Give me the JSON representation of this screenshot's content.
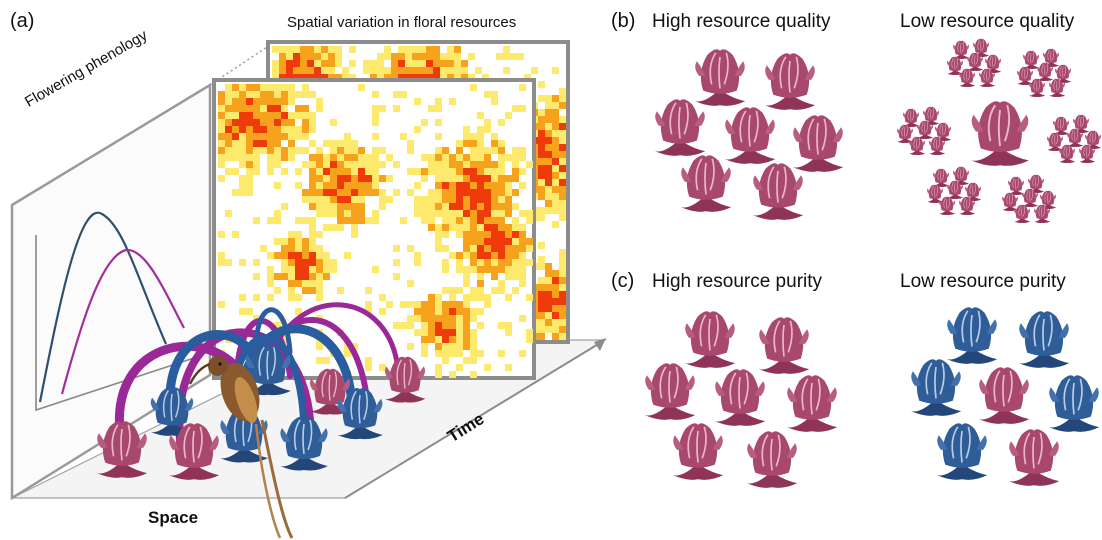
{
  "panel_a": {
    "letter": "(a)",
    "heatmap_title": "Spatial variation in floral resources",
    "phenology_label": "Flowering phenology",
    "space_label": "Space",
    "time_label": "Time"
  },
  "panel_b": {
    "letter": "(b)",
    "high_label": "High resource quality",
    "low_label": "Low resource quality"
  },
  "panel_c": {
    "letter": "(c)",
    "high_label": "High resource purity",
    "low_label": "Low resource purity"
  },
  "colors": {
    "pink_flower": "#a8486d",
    "blue_flower": "#2f5d98",
    "arc_purple": "#9a2896",
    "arc_blue": "#2a5da0",
    "frame_gray": "#8c8c8c",
    "heat_hot": "#ef3b0c",
    "heat_warm": "#f7a21d",
    "heat_cool": "#fde96c"
  }
}
